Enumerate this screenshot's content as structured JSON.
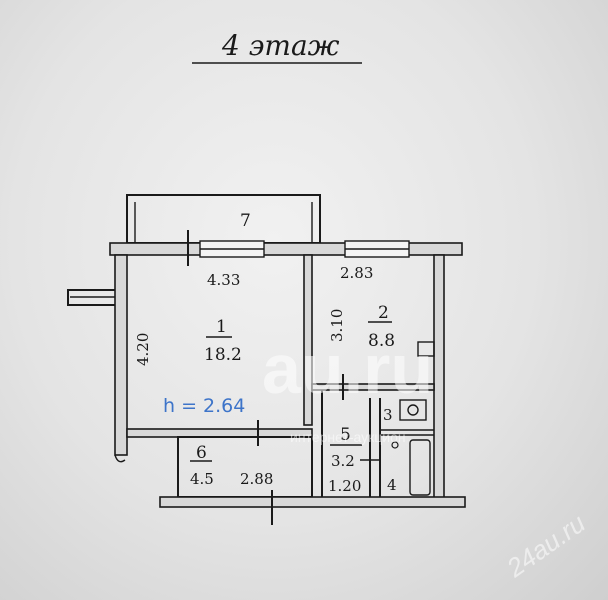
{
  "floor_label": "4 этаж",
  "rooms": [
    {
      "number": "1",
      "area": "18.2",
      "width": "4.33",
      "depth": "4.20"
    },
    {
      "number": "2",
      "area": "8.8",
      "width": "2.83",
      "depth": "3.10"
    },
    {
      "number": "5",
      "area": "3.2",
      "width": "1.20"
    },
    {
      "number": "6",
      "area": "4.5",
      "width": "2.88"
    },
    {
      "number": "7"
    },
    {
      "number": "3"
    },
    {
      "number": "4"
    }
  ],
  "ceiling_height": "h = 2.64",
  "watermark": {
    "brand": "24au.ru",
    "center": "au.ru",
    "subtitle": "интернет-аукцион"
  }
}
